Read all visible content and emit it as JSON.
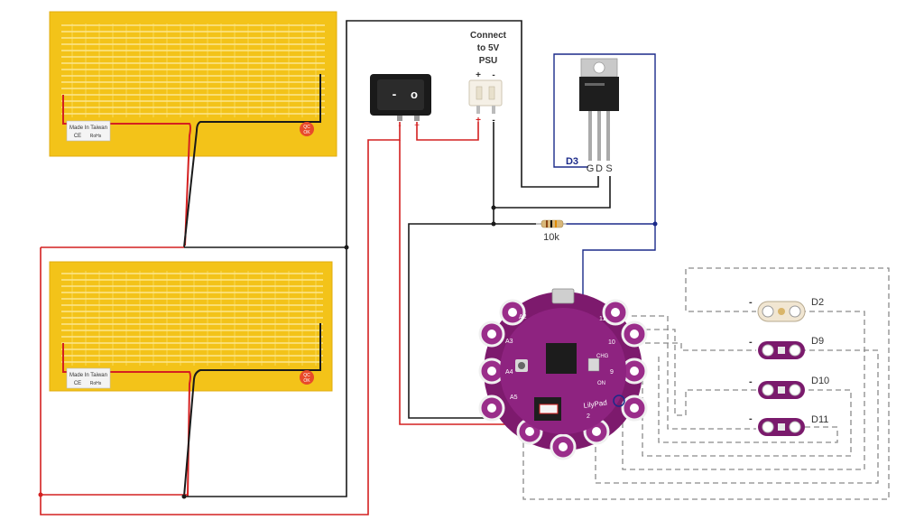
{
  "psu": {
    "line1": "Connect",
    "line2": "to 5V",
    "line3": "PSU",
    "plus": "+",
    "minus": "-"
  },
  "switch": {
    "off_symbol": "o",
    "on_symbol": "-",
    "plus": "+",
    "minus": "-"
  },
  "mosfet": {
    "gate": "G",
    "drain": "D",
    "source": "S",
    "pin_label": "D3"
  },
  "resistor": {
    "value": "10k"
  },
  "heater": {
    "label_line1": "Made In Taiwan",
    "label_ce": "CE",
    "label_rohs": "RoHs",
    "qc_line1": "QC",
    "qc_line2": "OK"
  },
  "leds": [
    {
      "pin": "D2",
      "minus": "-"
    },
    {
      "pin": "D9",
      "minus": "-"
    },
    {
      "pin": "D10",
      "minus": "-"
    },
    {
      "pin": "D11",
      "minus": "-"
    }
  ],
  "board": {
    "pad_a2": "A2",
    "pad_a3": "A3",
    "pad_a4": "A4",
    "pad_a5": "A5",
    "pad_11": "11",
    "pad_10": "10",
    "pad_9": "9",
    "pad_2": "2",
    "chg": "CHG",
    "on": "ON",
    "brand": "LilyPad"
  },
  "colors": {
    "wire_black": "#1a1a1a",
    "wire_red": "#d42020",
    "wire_blue": "#1b2a8a",
    "wire_dashed": "#8a8a8a",
    "heater_yellow": "#f2c21a",
    "board_purple": "#8a1f7a"
  }
}
